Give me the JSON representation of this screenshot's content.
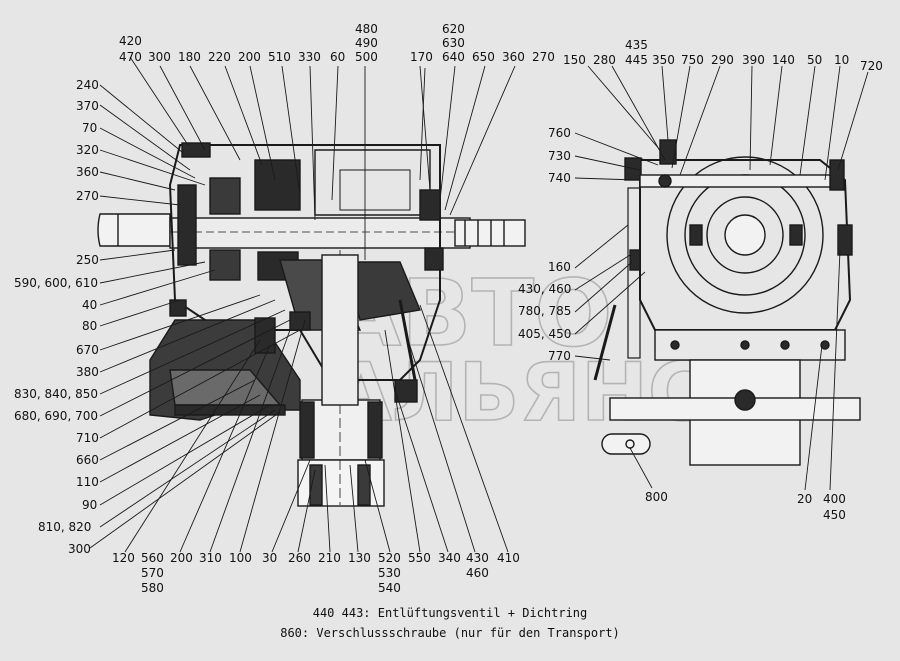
{
  "drawing": {
    "stroke_color": "#1a1a1a",
    "fill_color": "#2a2a2a",
    "background": "#e6e6e6",
    "watermark_lines": [
      "АВТО",
      "АЛЬЯНС"
    ],
    "labels": {
      "l420": "420",
      "l470": "470",
      "l300t": "300",
      "l180": "180",
      "l220": "220",
      "l200t": "200",
      "l510": "510",
      "l330": "330",
      "l60": "60",
      "l480": "480",
      "l490": "490",
      "l500": "500",
      "l170": "170",
      "l620": "620",
      "l630": "630",
      "l640": "640",
      "l650": "650",
      "l360t": "360",
      "l270t": "270",
      "l240": "240",
      "l370": "370",
      "l70": "70",
      "l320": "320",
      "l360l": "360",
      "l270l": "270",
      "l250": "250",
      "l590": "590, 600, 610",
      "l40": "40",
      "l80": "80",
      "l670": "670",
      "l380": "380",
      "l830": "830, 840, 850",
      "l680": "680, 690, 700",
      "l710": "710",
      "l660": "660",
      "l110": "110",
      "l90": "90",
      "l810": "810, 820",
      "l300b": "300",
      "l120": "120",
      "l560": "560",
      "l570": "570",
      "l580": "580",
      "l200b": "200",
      "l310": "310",
      "l100": "100",
      "l30": "30",
      "l260": "260",
      "l210": "210",
      "l130": "130",
      "l520": "520",
      "l530": "530",
      "l540": "540",
      "l550": "550",
      "l340": "340",
      "l430b": "430",
      "l460b": "460",
      "l410": "410",
      "l435": "435",
      "l445": "445",
      "l150": "150",
      "l280": "280",
      "l350": "350",
      "l750": "750",
      "l290": "290",
      "l390": "390",
      "l140": "140",
      "l50": "50",
      "l10": "10",
      "l720": "720",
      "l760": "760",
      "l730": "730",
      "l740": "740",
      "l160": "160",
      "l430": "430, 460",
      "l780": "780, 785",
      "l405": "405, 450",
      "l770": "770",
      "l800": "800",
      "l20": "20",
      "l400": "400",
      "l450": "450"
    }
  },
  "caption": {
    "line1": "440 443: Entlüftungsventil + Dichtring",
    "line2": "860: Verschlussschraube (nur für den Transport)"
  }
}
